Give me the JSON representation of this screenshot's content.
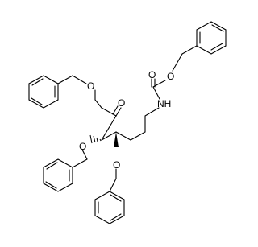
{
  "atoms": [
    {
      "id": "o-carbamate-carbonyl",
      "label": "O"
    },
    {
      "id": "o-carbamate-ester",
      "label": "O"
    },
    {
      "id": "n-amine",
      "label": "NH"
    },
    {
      "id": "o-ketone",
      "label": "O"
    },
    {
      "id": "o-ether-top",
      "label": "O"
    },
    {
      "id": "o-ether-c3",
      "label": "O"
    },
    {
      "id": "o-ether-c4",
      "label": "O"
    }
  ]
}
